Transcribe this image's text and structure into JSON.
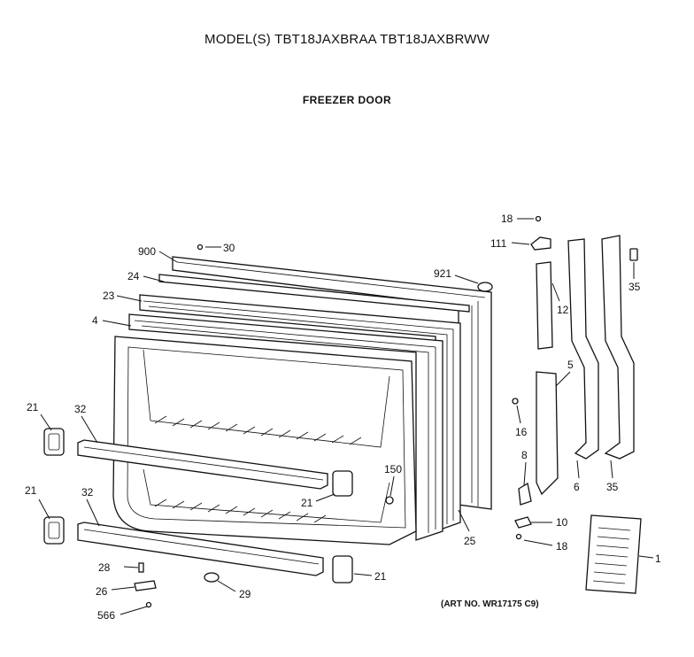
{
  "header": {
    "model_line": "MODEL(S) TBT18JAXBRAA  TBT18JAXBRWW",
    "section": "FREEZER DOOR"
  },
  "footer": {
    "art_number": "(ART NO. WR17175 C9)"
  },
  "callouts": {
    "c900": "900",
    "c30": "30",
    "c24": "24",
    "c23": "23",
    "c4": "4",
    "c921": "921",
    "c18_top": "18",
    "c111": "111",
    "c35_top": "35",
    "c12": "12",
    "c5": "5",
    "c16": "16",
    "c8": "8",
    "c6": "6",
    "c35_bottom": "35",
    "c10": "10",
    "c18_bottom": "18",
    "c1": "1",
    "c21_left_top": "21",
    "c32_top": "32",
    "c21_left_bottom": "21",
    "c32_bottom": "32",
    "c150": "150",
    "c21_mid": "21",
    "c25": "25",
    "c28": "28",
    "c26": "26",
    "c566": "566",
    "c29": "29",
    "c21_bottom_right": "21"
  }
}
